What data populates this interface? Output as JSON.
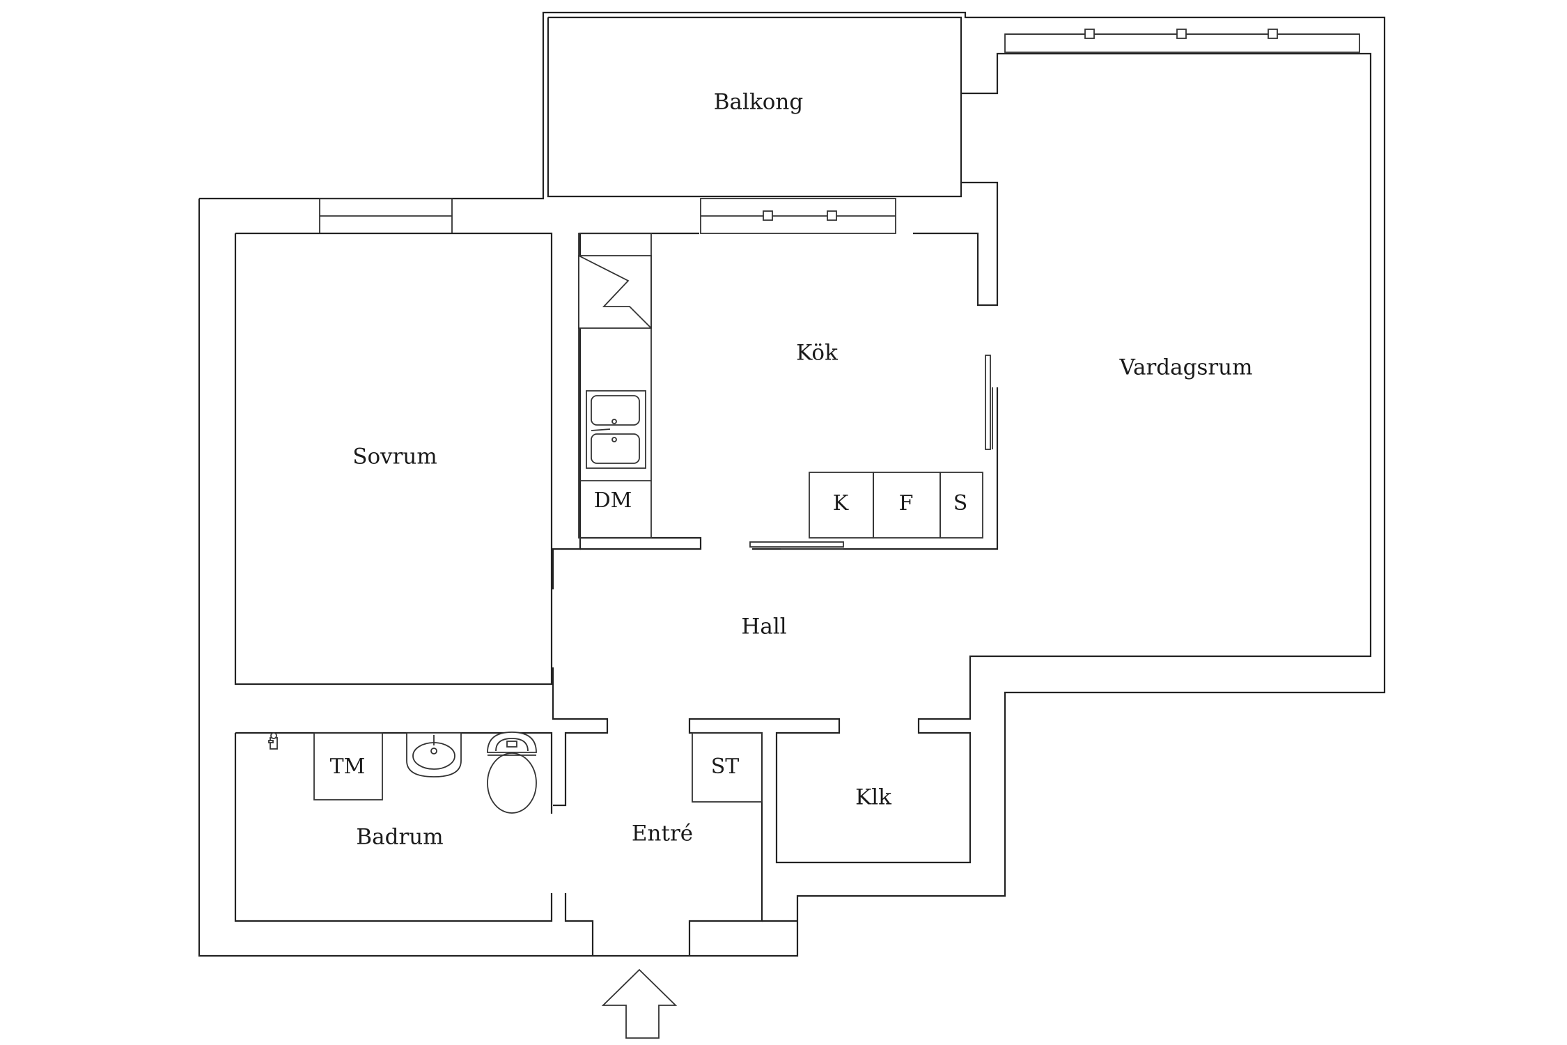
{
  "floorplan": {
    "rooms": {
      "balkong": "Balkong",
      "kok": "Kök",
      "vardagsrum": "Vardagsrum",
      "sovrum": "Sovrum",
      "hall": "Hall",
      "badrum": "Badrum",
      "entre": "Entré",
      "klk": "Klk"
    },
    "fixtures": {
      "dishwasher": "DM",
      "fridge": "K",
      "freezer": "F",
      "cabinet": "S",
      "washing_machine": "TM",
      "storage": "ST"
    },
    "colors": {
      "lines": "#222222",
      "background": "#ffffff"
    }
  }
}
